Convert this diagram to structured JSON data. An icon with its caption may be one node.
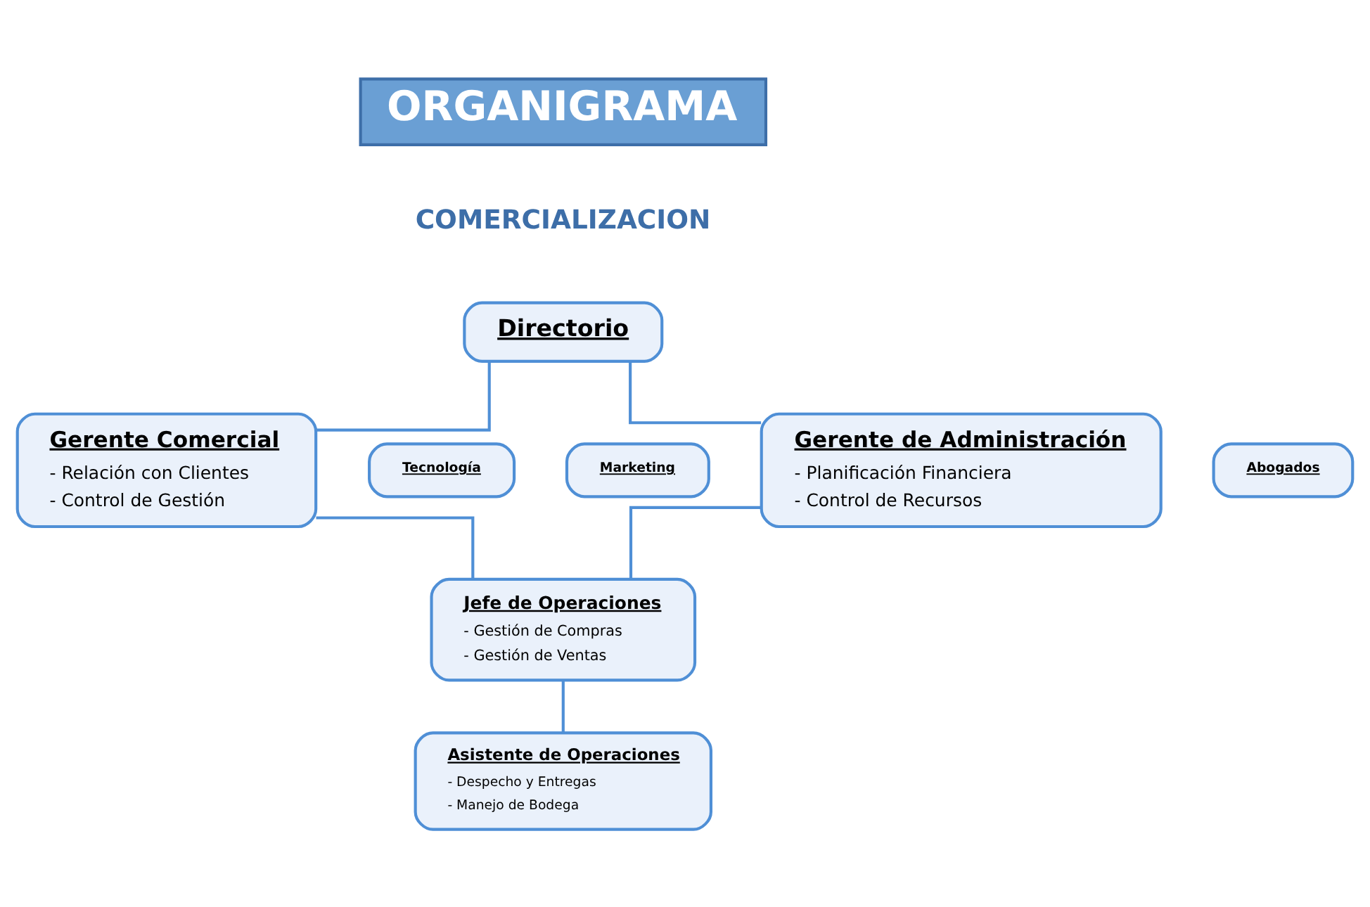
{
  "diagram": {
    "title": "ORGANIGRAMA",
    "nodes": [
      {
        "text": [
          "Directorio"
        ]
      },
      {
        "text": [
          "Gerente Comercial",
          "- Relación con Clientes",
          "- Control de Gestión"
        ]
      },
      {
        "text": [
          "Marketing"
        ]
      },
      {
        "text": [
          "Tecnología"
        ]
      },
      {
        "text": [
          "Gerente de Administración",
          "- Planificación Financiera",
          "- Control de Recursos"
        ]
      },
      {
        "text": [
          "Abogados"
        ]
      },
      {
        "text": [
          "Jefe de Operaciones",
          "- Gestión de Compras",
          "- Gestión de Ventas"
        ]
      },
      {
        "text": [
          "Asistente de Operaciones",
          "- Despecho y Entregas",
          "- Manejo de Bodega"
        ]
      }
    ],
    "edges": [
      {
        "from": 0,
        "to": 1,
        "arrow": "none"
      },
      {
        "from": 0,
        "to": 4,
        "arrow": "none"
      },
      {
        "from": 1,
        "to": 6,
        "arrow": "none"
      },
      {
        "from": 4,
        "to": 6,
        "arrow": "none"
      },
      {
        "from": 6,
        "to": 7,
        "arrow": "none"
      }
    ],
    "labels": [
      "COMERCIALIZACION"
    ]
  }
}
